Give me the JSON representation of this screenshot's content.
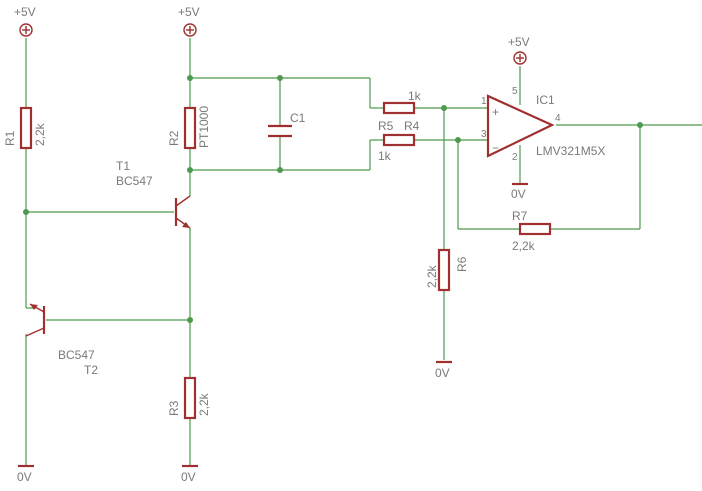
{
  "labels": {
    "vcc": "+5V",
    "gnd": "0V",
    "r1": {
      "name": "R1",
      "value": "2,2k"
    },
    "r2": {
      "name": "R2",
      "value": "PT1000"
    },
    "r3": {
      "name": "R3",
      "value": "2,2k"
    },
    "r4": {
      "name": "R4",
      "value": "1k"
    },
    "r5": {
      "name": "R5",
      "value": "1k"
    },
    "r6": {
      "name": "R6",
      "value": "2,2k"
    },
    "r7": {
      "name": "R7",
      "value": "2,2k"
    },
    "c1": {
      "name": "C1"
    },
    "t1": {
      "name": "T1",
      "value": "BC547"
    },
    "t2": {
      "name": "T2",
      "value": "BC547"
    },
    "ic1": {
      "name": "IC1",
      "value": "LMV321M5X"
    },
    "pins": {
      "p1": "1",
      "p2": "2",
      "p3": "3",
      "p4": "4",
      "p5": "5",
      "plus": "+",
      "minus": "−"
    }
  }
}
